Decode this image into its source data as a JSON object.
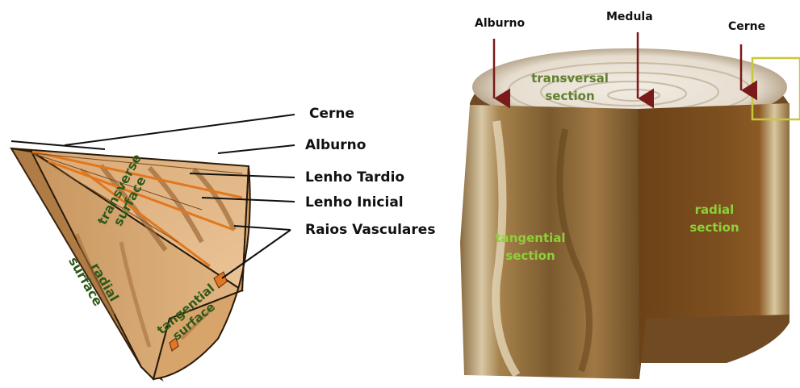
{
  "left_diagram": {
    "labels": {
      "cerne": "Cerne",
      "alburno": "Alburno",
      "lenho_tardio": "Lenho Tardio",
      "lenho_inicial": "Lenho Inicial",
      "raios_vasculares": "Raios Vasculares"
    },
    "surfaces": {
      "transverse_1": "transverse",
      "transverse_2": "surface",
      "radial_1": "radial",
      "radial_2": "surface",
      "tangential_1": "tangential",
      "tangential_2": "surface"
    }
  },
  "right_diagram": {
    "labels": {
      "alburno": "Alburno",
      "medula": "Medula",
      "cerne": "Cerne"
    },
    "sections": {
      "transversal_1": "transversal",
      "transversal_2": "section",
      "tangential_1": "tangential",
      "tangential_2": "section",
      "radial_1": "radial",
      "radial_2": "section"
    }
  }
}
